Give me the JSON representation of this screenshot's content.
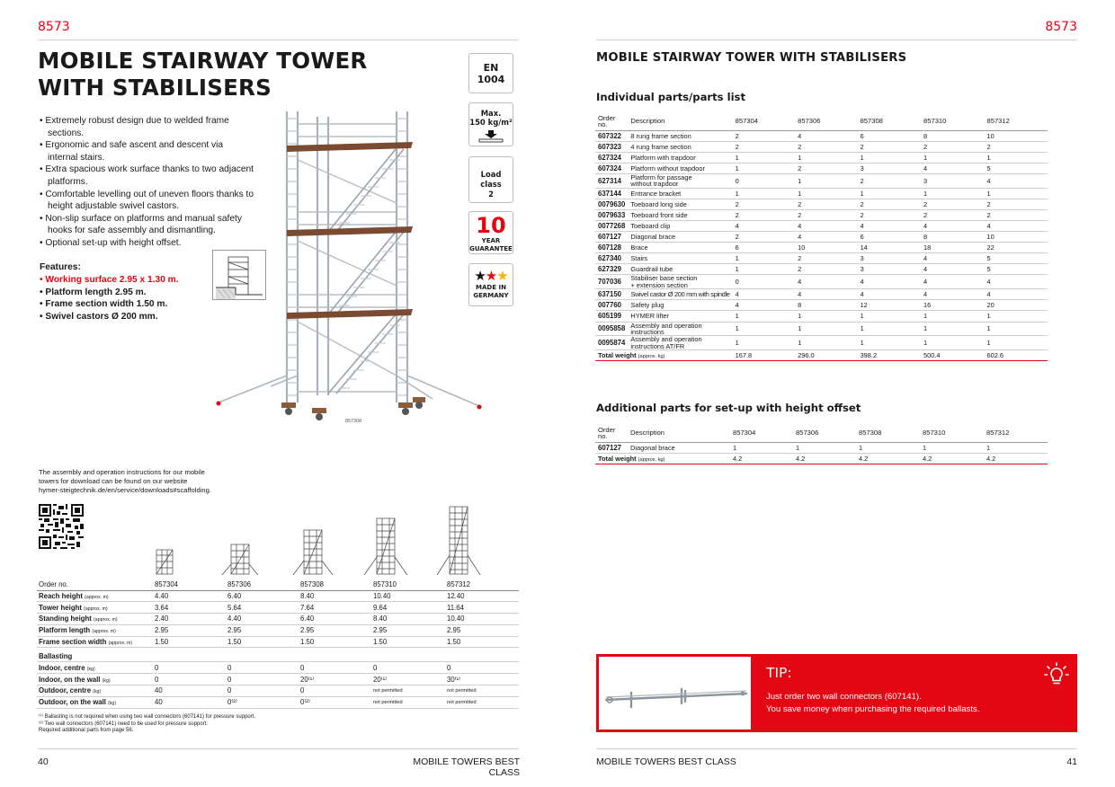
{
  "page_left": {
    "catalog_no": "8573",
    "title_line1": "MOBILE STAIRWAY TOWER",
    "title_line2": "WITH STABILISERS",
    "bullets": [
      "Extremely robust design due to welded frame sections.",
      "Ergonomic and safe ascent and descent via internal stairs.",
      "Extra spacious work surface thanks to two adjacent platforms.",
      "Comfortable levelling out of uneven floors thanks to height adjustable swivel castors.",
      "Non-slip surface on platforms and manual safety hooks for safe assembly and dismantling.",
      "Optional set-up with height offset."
    ],
    "features_heading": "Features:",
    "features": [
      "Working surface 2.95 x 1.30 m.",
      "Platform length 2.95 m.",
      "Frame section width 1.50 m.",
      "Swivel castors Ø 200 mm."
    ],
    "badges": {
      "en_line1": "EN",
      "en_line2": "1004",
      "max_line1": "Max.",
      "max_line2": "150 kg/m²",
      "load_line1": "Load class",
      "load_line2": "2",
      "guarantee_num": "10",
      "guarantee_line1": "YEAR",
      "guarantee_line2": "GUARANTEE",
      "made_line1": "MADE IN",
      "made_line2": "GERMANY"
    },
    "image_caption": "857308",
    "download_text_l1": "The assembly and operation instructions for our mobile",
    "download_text_l2": "towers for download can be found on our website",
    "download_text_l3": "hymer-steigtechnik.de/en/service/downloads#scaffolding.",
    "spec_table": {
      "header": [
        "Order no.",
        "857304",
        "857306",
        "857308",
        "857310",
        "857312"
      ],
      "rows": [
        {
          "label": "Reach height",
          "unit": "(approx. m)",
          "values": [
            "4.40",
            "6.40",
            "8.40",
            "10.40",
            "12.40"
          ]
        },
        {
          "label": "Tower height",
          "unit": "(approx. m)",
          "values": [
            "3.64",
            "5.64",
            "7.64",
            "9.64",
            "11.64"
          ]
        },
        {
          "label": "Standing height",
          "unit": "(approx. m)",
          "values": [
            "2.40",
            "4.40",
            "6.40",
            "8.40",
            "10.40"
          ]
        },
        {
          "label": "Platform length",
          "unit": "(approx. m)",
          "values": [
            "2.95",
            "2.95",
            "2.95",
            "2.95",
            "2.95"
          ]
        },
        {
          "label": "Frame section width",
          "unit": "(approx. m)",
          "values": [
            "1.50",
            "1.50",
            "1.50",
            "1.50",
            "1.50"
          ]
        }
      ],
      "ballast_heading": "Ballasting",
      "ballast_rows": [
        {
          "label": "Indoor, centre",
          "unit": "(kg)",
          "values": [
            "0",
            "0",
            "0",
            "0",
            "0"
          ]
        },
        {
          "label": "Indoor, on the wall",
          "unit": "(kg)",
          "values": [
            "0",
            "0",
            "20⁽¹⁾",
            "20⁽¹⁾",
            "30⁽¹⁾"
          ]
        },
        {
          "label": "Outdoor, centre",
          "unit": "(kg)",
          "values": [
            "40",
            "0",
            "0",
            "not permitted",
            "not permitted"
          ]
        },
        {
          "label": "Outdoor, on the wall",
          "unit": "(kg)",
          "values": [
            "40",
            "0⁽²⁾",
            "0⁽²⁾",
            "not permitted",
            "not permitted"
          ]
        }
      ]
    },
    "footnotes": [
      "⁽¹⁾ Ballasting is not required when using two wall connectors (607141) for pressure support.",
      "⁽²⁾ Two wall connectors (607141) need to be used for pressure support.",
      "Required additional parts from page 56."
    ],
    "page_number": "40",
    "footer_title": "MOBILE TOWERS BEST CLASS"
  },
  "page_right": {
    "catalog_no": "8573",
    "title": "MOBILE STAIRWAY TOWER WITH STABILISERS",
    "parts_heading": "Individual parts/parts list",
    "parts_header": {
      "order": "Order",
      "order2": "no.",
      "desc": "Description",
      "models": [
        "857304",
        "857306",
        "857308",
        "857310",
        "857312"
      ]
    },
    "parts_rows": [
      {
        "code": "607322",
        "desc": "8 rung frame section",
        "vals": [
          "2",
          "4",
          "6",
          "8",
          "10"
        ]
      },
      {
        "code": "607323",
        "desc": "4 rung frame section",
        "vals": [
          "2",
          "2",
          "2",
          "2",
          "2"
        ]
      },
      {
        "code": "627324",
        "desc": "Platform with trapdoor",
        "vals": [
          "1",
          "1",
          "1",
          "1",
          "1"
        ]
      },
      {
        "code": "607324",
        "desc": "Platform without trapdoor",
        "vals": [
          "1",
          "2",
          "3",
          "4",
          "5"
        ]
      },
      {
        "code": "627314",
        "desc": "Platform for passage",
        "desc2": "without trapdoor",
        "vals": [
          "0",
          "1",
          "2",
          "3",
          "4"
        ]
      },
      {
        "code": "637144",
        "desc": "Entrance bracket",
        "vals": [
          "1",
          "1",
          "1",
          "1",
          "1"
        ]
      },
      {
        "code": "0079630",
        "desc": "Toeboard long side",
        "vals": [
          "2",
          "2",
          "2",
          "2",
          "2"
        ]
      },
      {
        "code": "0079633",
        "desc": "Toeboard front side",
        "vals": [
          "2",
          "2",
          "2",
          "2",
          "2"
        ]
      },
      {
        "code": "0077268",
        "desc": "Toeboard clip",
        "vals": [
          "4",
          "4",
          "4",
          "4",
          "4"
        ]
      },
      {
        "code": "607127",
        "desc": "Diagonal brace",
        "vals": [
          "2",
          "4",
          "6",
          "8",
          "10"
        ]
      },
      {
        "code": "607128",
        "desc": "Brace",
        "vals": [
          "6",
          "10",
          "14",
          "18",
          "22"
        ]
      },
      {
        "code": "627340",
        "desc": "Stairs",
        "vals": [
          "1",
          "2",
          "3",
          "4",
          "5"
        ]
      },
      {
        "code": "627329",
        "desc": "Guardrail tube",
        "vals": [
          "1",
          "2",
          "3",
          "4",
          "5"
        ]
      },
      {
        "code": "707036",
        "desc": "Stabiliser base section",
        "desc2": "+ extension section",
        "vals": [
          "0",
          "4",
          "4",
          "4",
          "4"
        ]
      },
      {
        "code": "637150",
        "desc": "Swivel castor Ø 200 mm with spindle",
        "vals": [
          "4",
          "4",
          "4",
          "4",
          "4"
        ]
      },
      {
        "code": "007760",
        "desc": "Safety plug",
        "vals": [
          "4",
          "8",
          "12",
          "16",
          "20"
        ]
      },
      {
        "code": "605199",
        "desc": "HYMER lifter",
        "vals": [
          "1",
          "1",
          "1",
          "1",
          "1"
        ]
      },
      {
        "code": "0095858",
        "desc": "Assembly and operation",
        "desc2": "instructions",
        "vals": [
          "1",
          "1",
          "1",
          "1",
          "1"
        ]
      },
      {
        "code": "0095874",
        "desc": "Assembly and operation",
        "desc2": "instructions AT/FR",
        "vals": [
          "1",
          "1",
          "1",
          "1",
          "1"
        ]
      }
    ],
    "parts_total": {
      "label": "Total weight",
      "unit": "(approx. kg)",
      "vals": [
        "167.8",
        "296.0",
        "398.2",
        "500.4",
        "602.6"
      ]
    },
    "add_heading": "Additional parts for set-up with height offset",
    "add_rows": [
      {
        "code": "607127",
        "desc": "Diagonal brace",
        "vals": [
          "1",
          "1",
          "1",
          "1",
          "1"
        ]
      }
    ],
    "add_total": {
      "label": "Total weight",
      "unit": "(approx. kg)",
      "vals": [
        "4.2",
        "4.2",
        "4.2",
        "4.2",
        "4.2"
      ]
    },
    "tip_title": "TIP:",
    "tip_line1": "Just order two wall connectors (607141).",
    "tip_line2": "You save money when purchasing the required ballasts.",
    "footer_title": "MOBILE TOWERS BEST CLASS",
    "page_number": "41"
  },
  "colors": {
    "accent": "#e30613",
    "text": "#1a1a1a",
    "rule": "#cfcfcf",
    "platform": "#7a4a33"
  }
}
